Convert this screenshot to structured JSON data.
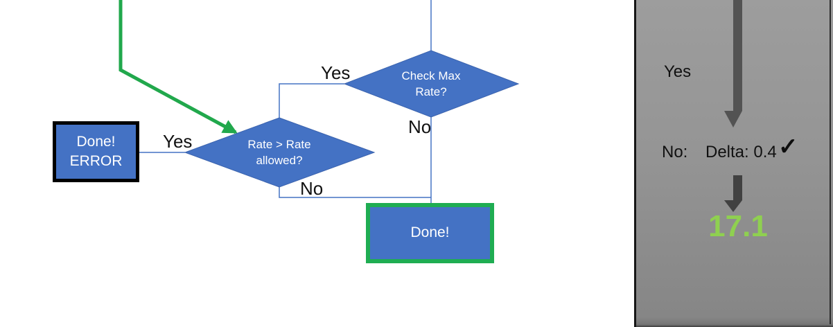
{
  "flowchart": {
    "check_max_decision": "Check Max\nRate?",
    "rate_decision": "Rate > Rate\nallowed?",
    "done_error_box": "Done!\nERROR",
    "done_box": "Done!",
    "label_yes_top": "Yes",
    "label_no_top": "No",
    "label_yes_left": "Yes",
    "label_no_bottom": "No"
  },
  "side_panel": {
    "yes_label": "Yes",
    "no_label": "No:",
    "delta_label": "Delta: 0.4",
    "check_icon": "✓",
    "result_value": "17.1"
  },
  "colors": {
    "shape_blue": "#4472c4",
    "shape_border_blue": "#3b63ae",
    "connector_blue": "#4472c4",
    "arrow_green": "#21a84c",
    "done_border_green": "#1fad52",
    "result_green": "#8fd050",
    "panel_gray": "#8f8f8f",
    "panel_arrow_gray": "#4d4d4d"
  }
}
